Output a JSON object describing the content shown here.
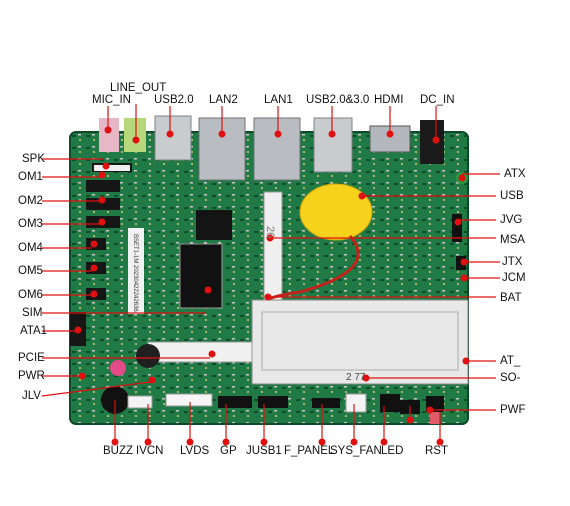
{
  "diagram": {
    "top_labels": [
      "LINE_OUT",
      "MIC_IN",
      "USB2.0",
      "LAN2",
      "LAN1",
      "USB2.0&3.0",
      "HDMI",
      "DC_IN"
    ],
    "left_labels": [
      "SPK",
      "OM1",
      "OM2",
      "OM3",
      "OM4",
      "OM5",
      "OM6",
      "SIM",
      "ATA1",
      "PCIE",
      "PWR",
      "JLV"
    ],
    "right_labels": [
      "ATX",
      "USB",
      "JVG",
      "MSA",
      "JTX",
      "JCM",
      "BAT",
      "AT_",
      "SO-",
      "PWF"
    ],
    "bottom_labels": [
      "BUZZ",
      "IVCN",
      "LVDS",
      "GP",
      "JUSB1",
      "F_PANEL",
      "SYS_FAN",
      "LED",
      "RST"
    ],
    "board_print": {
      "mpcie_num": "26",
      "sodimm_num": "2 77",
      "serial": "BSET1-1M 20230422242636"
    },
    "colors": {
      "pcb": "#1f7a45",
      "pcb_dark": "#135c32",
      "marker": "#e01010",
      "battery": "#f7d21c"
    }
  }
}
